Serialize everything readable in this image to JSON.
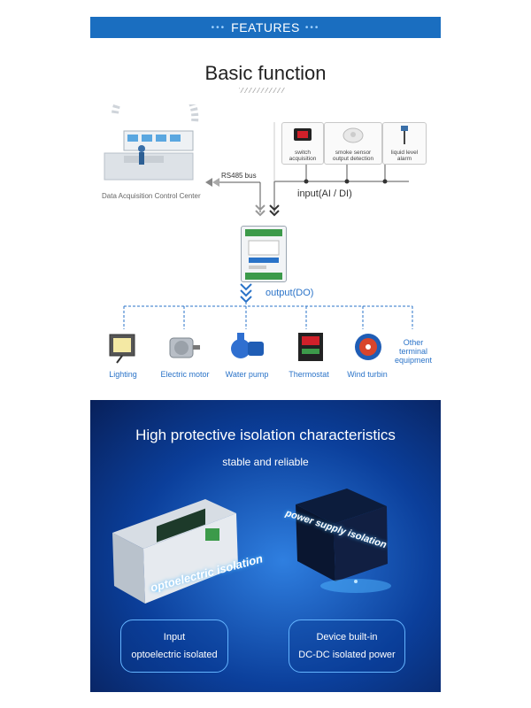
{
  "banner": {
    "dots_left": "•••",
    "title": "FEATURES",
    "dots_right": "•••"
  },
  "basic": {
    "title": "Basic function"
  },
  "diagram": {
    "control_center": "Data Acquisition Control Center",
    "bus": "RS485 bus",
    "sensors": [
      "switch\nacquisition",
      "smoke sensor\noutput detection",
      "liquid level\nalarm"
    ],
    "input_label": "input(AI / DI)",
    "output_label": "output(DO)",
    "equipment": [
      "Lighting",
      "Electric motor",
      "Water pump",
      "Thermostat",
      "Wind turbin",
      "Other\nterminal\nequipment"
    ]
  },
  "isolation": {
    "title": "High protective isolation characteristics",
    "subtitle": "stable and reliable",
    "opto_tag": "optoelectric isolation",
    "power_tag": "power supply isolation",
    "box_left": [
      "Input",
      "optoelectric isolated"
    ],
    "box_right": [
      "Device built-in",
      "DC-DC isolated power"
    ]
  },
  "colors": {
    "banner": "#1a6ec0",
    "accent_blue": "#2a73c8",
    "panel_dark": "#0b3f9b"
  }
}
